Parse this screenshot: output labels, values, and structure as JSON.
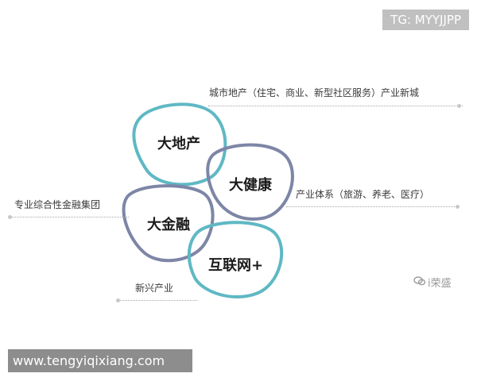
{
  "watermarks": {
    "top_text": "TG: MYYJJPP",
    "bottom_text": "www.tengyiqixiang.com"
  },
  "diagram": {
    "center_nodes": {
      "real_estate": "大地产",
      "health": "大健康",
      "finance": "大金融",
      "internet_plus": "互联网+"
    },
    "side_labels": {
      "real_estate_desc": "城市地产（住宅、商业、新型社区服务）产业新城",
      "health_desc": "产业体系（旅游、养老、医疗）",
      "finance_desc": "专业综合性金融集团",
      "internet_desc": "新兴产业"
    },
    "brand": {
      "text": "i荣盛",
      "icon": "wechat-logo"
    },
    "colors": {
      "teal_outline": "#5fb8c4",
      "slate_outline": "#7e86a6"
    }
  }
}
